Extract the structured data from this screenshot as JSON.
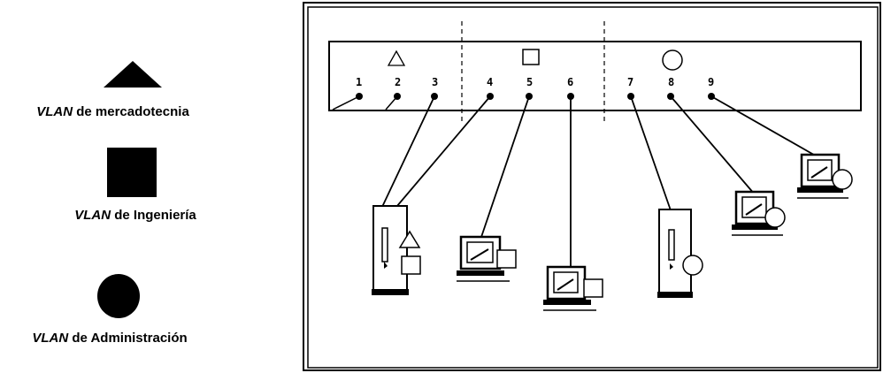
{
  "legend": [
    {
      "symbol": "triangle-icon",
      "prefix": "VLAN",
      "text": " de mercadotecnia"
    },
    {
      "symbol": "square-icon",
      "prefix": "VLAN",
      "text": " de Ingeniería"
    },
    {
      "symbol": "circle-icon",
      "prefix": "VLAN",
      "text": " de Administración"
    }
  ],
  "switch": {
    "ports": [
      "1",
      "2",
      "3",
      "4",
      "5",
      "6",
      "7",
      "8",
      "9"
    ],
    "groups": [
      "triangle-icon",
      "square-icon",
      "circle-icon"
    ]
  },
  "computers": [
    {
      "type": "tower",
      "ports": [
        "3",
        "4"
      ],
      "vlans": [
        "triangle-icon",
        "square-icon"
      ]
    },
    {
      "type": "desktop",
      "ports": [
        "5"
      ],
      "vlans": [
        "square-icon"
      ]
    },
    {
      "type": "desktop",
      "ports": [
        "6"
      ],
      "vlans": [
        "square-icon"
      ]
    },
    {
      "type": "tower",
      "ports": [
        "7"
      ],
      "vlans": [
        "circle-icon"
      ]
    },
    {
      "type": "desktop",
      "ports": [
        "8"
      ],
      "vlans": [
        "circle-icon"
      ]
    },
    {
      "type": "desktop",
      "ports": [
        "9"
      ],
      "vlans": [
        "circle-icon"
      ]
    }
  ]
}
